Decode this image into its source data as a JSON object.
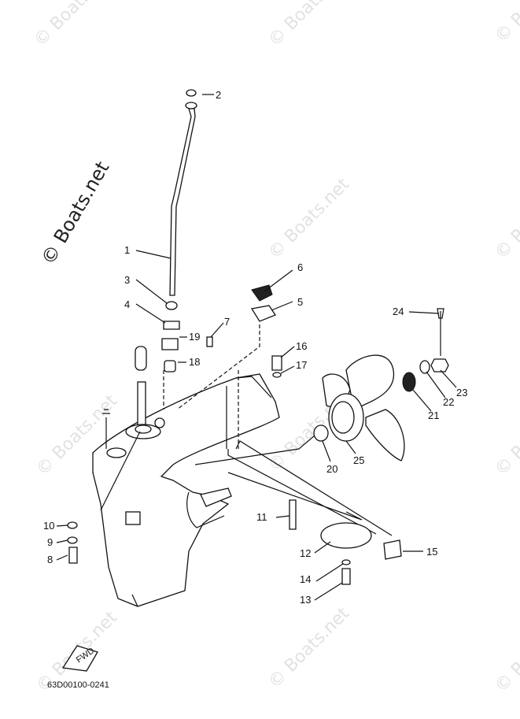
{
  "watermarks": {
    "main": "© Boats.net",
    "repeat": "© Boats.net",
    "edge": "© P"
  },
  "drawing_code": "63D00100-0241",
  "fwd_label": "FWD",
  "callouts": [
    "1",
    "2",
    "3",
    "4",
    "5",
    "6",
    "7",
    "8",
    "9",
    "10",
    "11",
    "12",
    "13",
    "14",
    "15",
    "16",
    "17",
    "18",
    "19",
    "20",
    "21",
    "22",
    "23",
    "24",
    "25"
  ]
}
